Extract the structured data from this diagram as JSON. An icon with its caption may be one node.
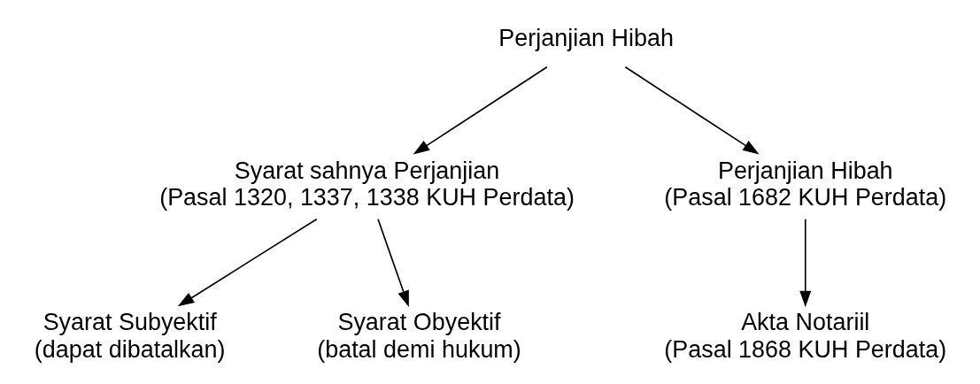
{
  "diagram": {
    "nodes": [
      {
        "text": [
          "Perjanjian Hibah"
        ]
      },
      {
        "text": [
          "Syarat sahnya Perjanjian",
          "(Pasal 1320, 1337, 1338 KUH Perdata)"
        ]
      },
      {
        "text": [
          "Perjanjian Hibah",
          "(Pasal 1682 KUH Perdata)"
        ]
      },
      {
        "text": [
          "Syarat Subyektif",
          "(dapat dibatalkan)"
        ]
      },
      {
        "text": [
          "Syarat Obyektif",
          "(batal demi hukum)"
        ]
      },
      {
        "text": [
          "Akta Notariil",
          "(Pasal 1868 KUH Perdata)"
        ]
      }
    ],
    "edges": [
      {
        "from": 0,
        "to": 1,
        "arrow": "to"
      },
      {
        "from": 0,
        "to": 2,
        "arrow": "to"
      },
      {
        "from": 1,
        "to": 3,
        "arrow": "to"
      },
      {
        "from": 1,
        "to": 4,
        "arrow": "to"
      },
      {
        "from": 2,
        "to": 5,
        "arrow": "to"
      }
    ]
  }
}
